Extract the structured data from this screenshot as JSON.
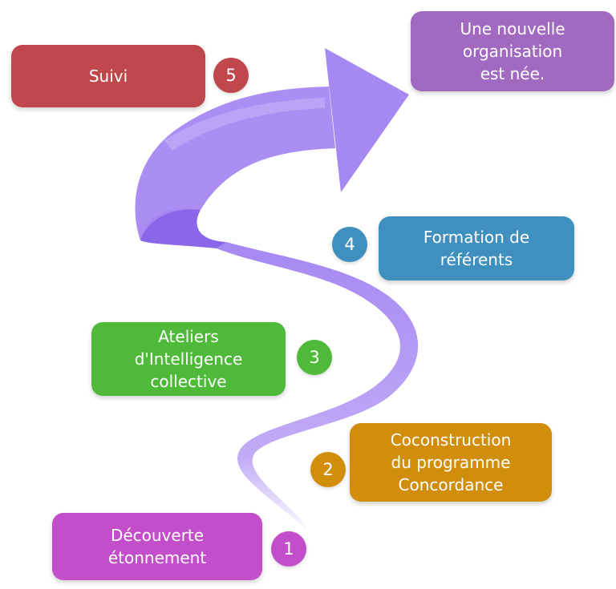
{
  "steps": [
    {
      "number": "1",
      "label": "Découverte\nétonnement",
      "color": "#c24fc9"
    },
    {
      "number": "2",
      "label": "Coconstruction\ndu programme\nConcordance",
      "color": "#d08e0b"
    },
    {
      "number": "3",
      "label": "Ateliers\nd'Intelligence\ncollective",
      "color": "#4fba3a"
    },
    {
      "number": "4",
      "label": "Formation de\nréférents",
      "color": "#3f8fbf"
    },
    {
      "number": "5",
      "label": "Suivi",
      "color": "#c0474b"
    }
  ],
  "outcome": {
    "label": "Une nouvelle\norganisation\nest née.",
    "color": "#a16ac0"
  },
  "arrow_color": "#a688f2"
}
